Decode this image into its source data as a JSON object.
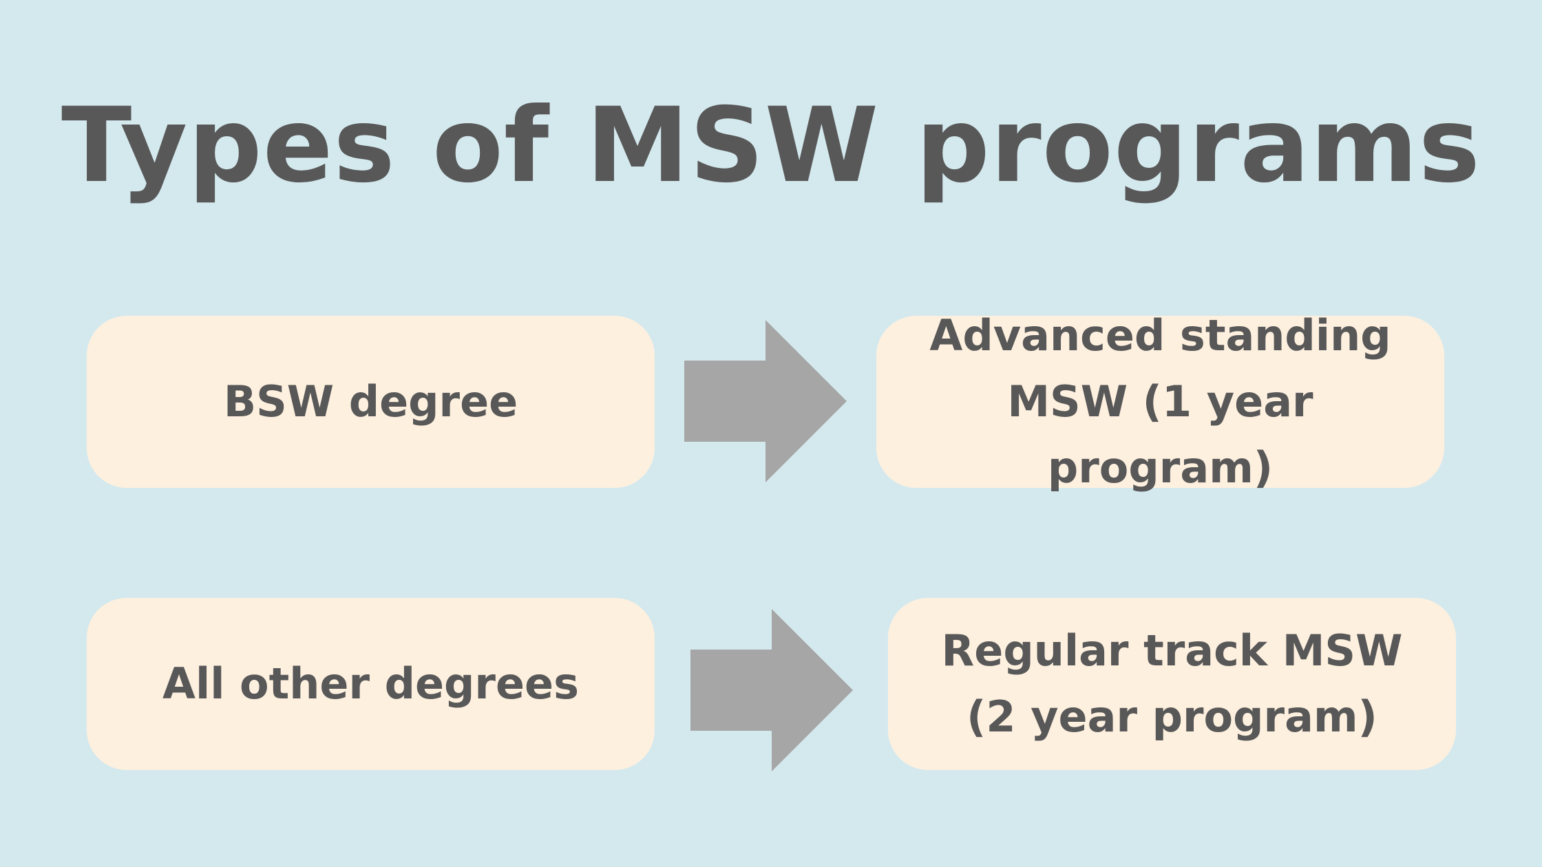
{
  "title": "Types of MSW programs",
  "rows": [
    {
      "source": "BSW degree",
      "target": "Advanced standing\nMSW (1 year program)"
    },
    {
      "source": "All other degrees",
      "target": "Regular track MSW\n(2 year program)"
    }
  ],
  "colors": {
    "background": "#d4e9ee",
    "box_fill": "#fef0df",
    "text": "#585858",
    "arrow": "#a6a6a6"
  },
  "icons": {
    "connector": "right-arrow-icon"
  }
}
